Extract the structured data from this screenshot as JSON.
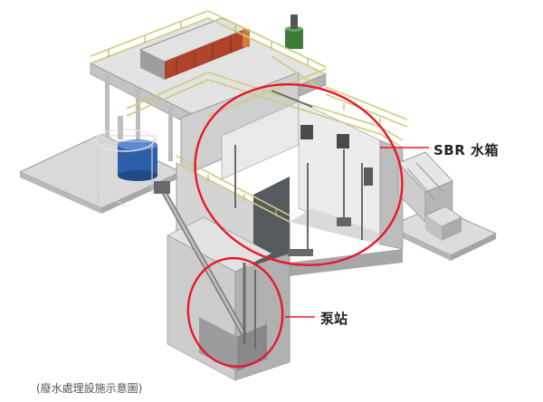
{
  "labels": {
    "sbr_tank": "SBR 水箱",
    "pump_station": "泵站"
  },
  "caption": "(廢水處理設施示意圖)",
  "colors": {
    "highlight_ellipse": "#e8182a",
    "leader_line": "#e8182a",
    "concrete_light": "#e4e4e4",
    "concrete_mid": "#c9c9c9",
    "concrete_dark": "#a8a8a8",
    "railing": "#d4d08a",
    "tank_blue": "#2d5fa8",
    "press_red": "#b0442a",
    "equipment_green": "#3e7a3a"
  },
  "icons": [
    "sbr-tank-highlight-ellipse",
    "pump-station-highlight-ellipse"
  ]
}
